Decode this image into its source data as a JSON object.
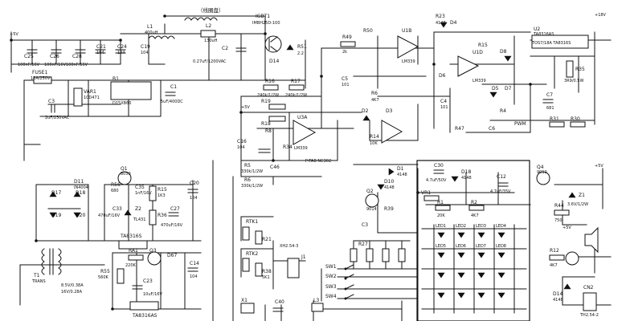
{
  "colors": {
    "ink": "#111111",
    "paper": "#ffffff"
  },
  "labels": {
    "C25": "C25",
    "C25_val": "100nF/16V",
    "C26": "C26",
    "C26_val": "100nF/16V",
    "C28": "C28",
    "C28_val": "100nF/16V",
    "C21": "C21",
    "C21_val": "104",
    "C24": "C24",
    "C24_val": "104",
    "L1": "L1",
    "L1_val": "400uH",
    "C19": "C19",
    "C19_val": "104",
    "coil": "（线圈盘）",
    "L2": "L2",
    "L2_val": "130uH",
    "C2": "C2",
    "C2_val": "0.27uF/1200VAC",
    "IGBT1": "IGBT1",
    "IGBT1_part": "IMBH25D-100",
    "D14": "D14",
    "R51": "R51",
    "R51_val": "2.2",
    "fuse": "FUSE1",
    "fuse_val": "12A/250V",
    "VAR1": "VAR1",
    "VAR1_val": "10D471",
    "B1": "B1",
    "B1_part": "D15XB60",
    "C3": "C3",
    "C3_val": "2uF/250VAC",
    "C1": "C1",
    "C1_val": "5uF/400DC",
    "R16": "R16",
    "R16_val": "240k/1/2W",
    "R17": "R17",
    "R17_val": "240k/1/2W",
    "R19": "R19",
    "R18": "R18",
    "R49": "R49",
    "R49_val": "2k",
    "R50": "R50",
    "C5": "C5",
    "C5_val": "101",
    "U1B": "U1B",
    "U1B_part": "LM339",
    "R23": "R23",
    "R23_val": "4148",
    "D4": "D4",
    "D8": "D8",
    "R15": "R15",
    "U1D": "U1D",
    "U1D_part": "LM339",
    "D6": "D6",
    "D2": "D2",
    "R6": "R6",
    "R6_val": "4K7",
    "D3": "D3",
    "D5": "D5",
    "D7": "D7",
    "C4": "C4",
    "C4_val": "101",
    "R47": "R47",
    "R4": "R4",
    "C6": "C6",
    "U2": "U2",
    "U2_part": "TA8316AS",
    "U2_alt": "TOS7/18A TA8316S",
    "R35": "R35",
    "R35_val": "3R9/0.5W",
    "C7": "C7",
    "C7_val": "681",
    "R31": "R31",
    "R30": "R30",
    "PWM": "PWM",
    "U3A": "U3A",
    "U3A_part": "LM339",
    "C46": "C46",
    "R8": "R8",
    "R34": "R34",
    "R14": "R14",
    "R14_val": "10K",
    "C16": "C16",
    "C16_val": "104",
    "D1": "D1",
    "D1_part": "4148",
    "D10": "D10",
    "D10_part": "4148",
    "Q2": "Q2",
    "Q2_part": "9014",
    "R39": "R39",
    "R5": "R5",
    "R5_val": "330k/1/2W",
    "R6b": "R6",
    "R6b_val": "330k/1/2W",
    "PTAB": "P-TAB NC302",
    "C3b": "C3",
    "D11": "D11",
    "D11_part": "IN4004",
    "D17": "D17",
    "D19": "D19",
    "D18": "D18",
    "D20": "D20",
    "Q1": "Q1",
    "Q1_part": "8050",
    "R56": "R56",
    "R56_val": "680",
    "C35": "C35",
    "C35_val": "1nF/16V",
    "C33": "C33",
    "C33_val": "470uF/16V",
    "Z2": "Z2",
    "Z2_part": "TL431",
    "R15b": "R15",
    "R15b_val": "1K3",
    "R36": "R36",
    "C20": "C20",
    "C20_val": "104",
    "C27": "C27",
    "C27_val": "470uF/16V",
    "U4": "TA8316S",
    "RA1": "RA1",
    "RA1_val": "220K",
    "Q3": "Q3",
    "D67": "D67",
    "R55": "R55",
    "R55_val": "560K",
    "C23": "C23",
    "C23_val": "10uF/16V",
    "C14": "C14",
    "C14_val": "104",
    "U5": "TA8316AS",
    "T1": "T1",
    "T1_part": "TRANS",
    "T1_val": "8.5V/0.38A",
    "T1_val2": "16V/0.28A",
    "RTK1": "RTK1",
    "R21": "R21",
    "RTK2": "RTK2",
    "XH2": "XH2.54-3",
    "R38": "R38",
    "R38_val": "5K1",
    "J1": "J1",
    "R27": "R27",
    "SW1": "SW1",
    "SW2": "SW2",
    "SW3": "SW3",
    "SW4": "SW4",
    "X1": "X1",
    "C40": "C40",
    "L3": "L3",
    "C30": "C30",
    "C30_val": "4.7uF/50V",
    "D18b": "D18",
    "D18b_part": "4148",
    "C12": "C12",
    "C12_val": "4.7uF/35V",
    "VR1": "VR1",
    "R1": "R1",
    "R1_val": "20K",
    "R2": "R2",
    "R2_val": "4K7",
    "Q4": "Q4",
    "Q4_part": "9012",
    "Z1": "Z1",
    "Z1_val": "3.6V/1/2W",
    "R44": "R44",
    "R44_val": "750",
    "R12": "R12",
    "R12_val": "4K7",
    "CN2": "CN2",
    "CN2_part": "TH2.54-2",
    "D14b": "D14",
    "D14b_val": "4148",
    "LED1": "LED1",
    "LED2": "LED2",
    "LED3": "LED3",
    "LED4": "LED4",
    "LED5": "LED5",
    "LED6": "LED6",
    "LED7": "LED7",
    "LED8": "LED8",
    "vcc1": "+5V",
    "vcc2": "+5V",
    "vcc3": "+5V",
    "vcc4": "+5V",
    "vcc5": "+18V"
  }
}
